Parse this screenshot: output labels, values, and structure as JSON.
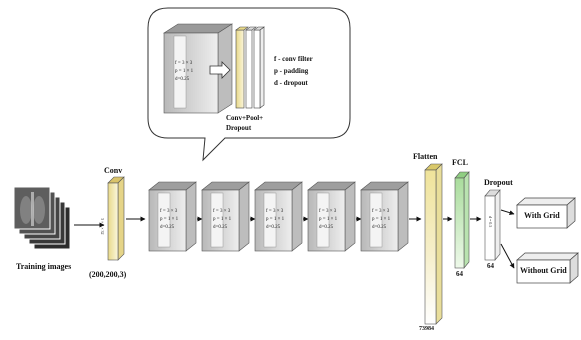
{
  "callout": {
    "block_params": [
      "f = 3 × 3",
      "p = 1 × 1",
      "d=0.25"
    ],
    "legend": [
      "f - conv filter",
      "p - padding",
      "d - dropout"
    ],
    "sequence_label_line1": "Conv+Pool+",
    "sequence_label_line2": "Dropout"
  },
  "input": {
    "label": "Training images",
    "shape": "(200,200,3)"
  },
  "conv": {
    "label": "Conv",
    "params": "3 × 3 × 32"
  },
  "blocks": [
    {
      "f": "f = 3 × 3",
      "p": "p = 1 × 1",
      "d": "d=0.25"
    },
    {
      "f": "f = 3 × 3",
      "p": "p = 1 × 1",
      "d": "d=0.25"
    },
    {
      "f": "f = 3 × 3",
      "p": "p = 1 × 1",
      "d": "d=0.25"
    },
    {
      "f": "f = 3 × 3",
      "p": "p = 1 × 1",
      "d": "d=0.25"
    },
    {
      "f": "f = 3 × 3",
      "p": "p = 1 × 1",
      "d": "d=0.25"
    }
  ],
  "flatten": {
    "label": "Flatten",
    "size": "73984"
  },
  "fcl": {
    "label": "FCL",
    "size": "64"
  },
  "dropout": {
    "label": "Dropout",
    "size": "64",
    "param": "d = 0.5"
  },
  "outputs": {
    "with_grid": "With Grid",
    "without_grid": "Without Grid"
  },
  "colors": {
    "conv_fill": "#f3e6b8",
    "flatten_fill": "#f1e7a6",
    "fcl_fill": "#b9e3b0",
    "block_fill": "#d9d9d9"
  }
}
